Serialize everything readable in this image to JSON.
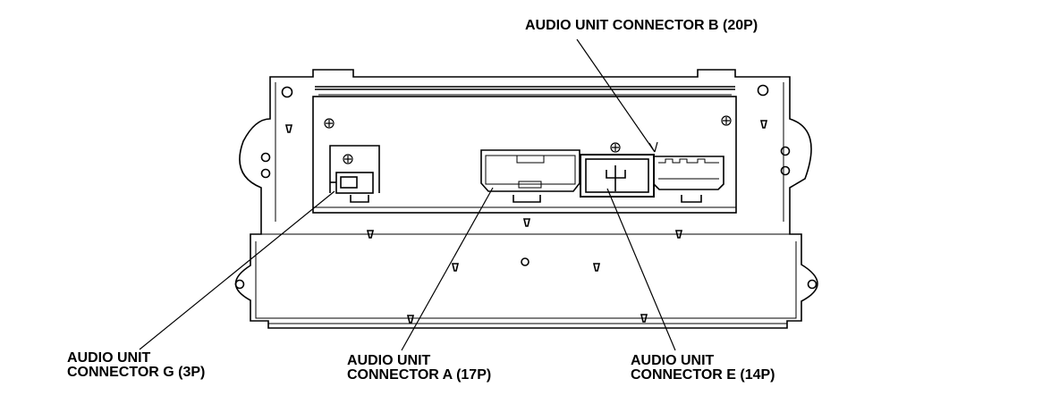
{
  "labels": {
    "connector_b": "AUDIO UNIT CONNECTOR B (20P)",
    "connector_g": {
      "line1": "AUDIO UNIT",
      "line2": "CONNECTOR G (3P)"
    },
    "connector_a": {
      "line1": "AUDIO UNIT",
      "line2": "CONNECTOR A (17P)"
    },
    "connector_e": {
      "line1": "AUDIO UNIT",
      "line2": "CONNECTOR E (14P)"
    }
  },
  "colors": {
    "line": "#000000",
    "background": "#ffffff"
  }
}
